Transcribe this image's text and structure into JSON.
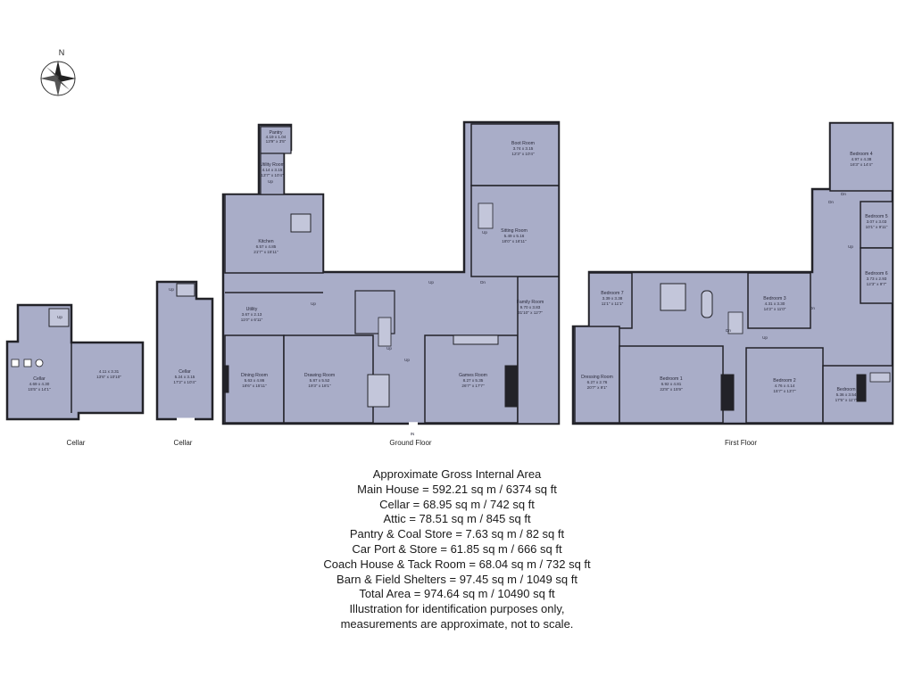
{
  "compass": {
    "label": "N"
  },
  "floors": {
    "cellar_left": "Cellar",
    "cellar_mid": "Cellar",
    "ground": "Ground Floor",
    "first": "First Floor"
  },
  "rooms": {
    "cellar_a": {
      "name": "Cellar",
      "dim1": "4.69 x 4.30",
      "dim2": "15'5\" x 14'1\""
    },
    "cellar_b": {
      "dim1": "4.11 x 3.31",
      "dim2": "13'6\" x 10'10\""
    },
    "cellar_c": {
      "name": "Cellar",
      "dim1": "5.24 x 3.15",
      "dim2": "17'2\" x 10'4\""
    },
    "pantry": {
      "name": "Pantry",
      "dim1": "4.19 x 1.04",
      "dim2": "13'9\" x 3'5\""
    },
    "utility_room": {
      "name": "Utility Room",
      "dim1": "4.14 x 3.15",
      "dim2": "13'7\" x 10'4\""
    },
    "kitchen": {
      "name": "Kitchen",
      "dim1": "6.57 x 4.85",
      "dim2": "21'7\" x 15'11\""
    },
    "utility": {
      "name": "Utility",
      "dim1": "3.67 x 2.13",
      "dim2": "11'0\" x 6'11\""
    },
    "dining": {
      "name": "Dining Room",
      "dim1": "5.63 x 4.86",
      "dim2": "18'6\" x 15'11\""
    },
    "drawing": {
      "name": "Drawing Room",
      "dim1": "5.87 x 5.52",
      "dim2": "19'3\" x 18'1\""
    },
    "boot": {
      "name": "Boot Room",
      "dim1": "3.74 x 3.15",
      "dim2": "12'3\" x 10'4\""
    },
    "sitting": {
      "name": "Sitting Room",
      "dim1": "5.49 x 5.16",
      "dim2": "18'0\" x 16'11\""
    },
    "family": {
      "name": "Family Room",
      "dim1": "9.70 x 3.83",
      "dim2": "31'10\" x 12'7\""
    },
    "games": {
      "name": "Games Room",
      "dim1": "8.27 x 5.35",
      "dim2": "26'7\" x 17'7\""
    },
    "bed7": {
      "name": "Bedroom 7",
      "dim1": "3.39 x 3.38",
      "dim2": "11'1\" x 11'1\""
    },
    "dressing": {
      "name": "Dressing Room",
      "dim1": "6.27 x 2.76",
      "dim2": "20'7\" x 9'1\""
    },
    "bed1": {
      "name": "Bedroom 1",
      "dim1": "6.92 x 4.81",
      "dim2": "22'8\" x 15'9\""
    },
    "bed3": {
      "name": "Bedroom 3",
      "dim1": "4.31 x 3.30",
      "dim2": "14'2\" x 11'0\""
    },
    "bed2": {
      "name": "Bedroom 2",
      "dim1": "4.76 x 4.14",
      "dim2": "15'7\" x 13'7\""
    },
    "bed4": {
      "name": "Bedroom 4",
      "dim1": "4.97 x 4.38",
      "dim2": "16'3\" x 14'4\""
    },
    "bed5": {
      "name": "Bedroom 5",
      "dim1": "3.07 x 3.03",
      "dim2": "10'1\" x 9'11\""
    },
    "bed6": {
      "name": "Bedroom 6",
      "dim1": "3.73 x 2.93",
      "dim2": "12'3\" x 9'7\""
    },
    "bedroom": {
      "name": "Bedroom",
      "dim1": "5.36 x 3.54",
      "dim2": "17'5\" x 11'7\""
    }
  },
  "markers": {
    "up": "Up",
    "dn": "Dn",
    "in": "IN"
  },
  "area": {
    "heading": "Approximate Gross Internal Area",
    "lines": [
      "Main House = 592.21 sq m / 6374 sq ft",
      "Cellar = 68.95 sq m / 742 sq ft",
      "Attic = 78.51 sq m / 845 sq ft",
      "Pantry & Coal Store = 7.63 sq m / 82 sq ft",
      "Car Port & Store = 61.85 sq m / 666 sq ft",
      "Coach House & Tack Room = 68.04 sq m / 732 sq ft",
      "Barn & Field Shelters = 97.45 sq m / 1049 sq ft",
      "Total Area = 974.64 sq m / 10490 sq ft"
    ],
    "disclaimer_1": "Illustration for identification purposes only,",
    "disclaimer_2": "measurements are approximate, not to scale."
  },
  "colors": {
    "room_fill": "#a9adc8",
    "wall": "#222228"
  }
}
